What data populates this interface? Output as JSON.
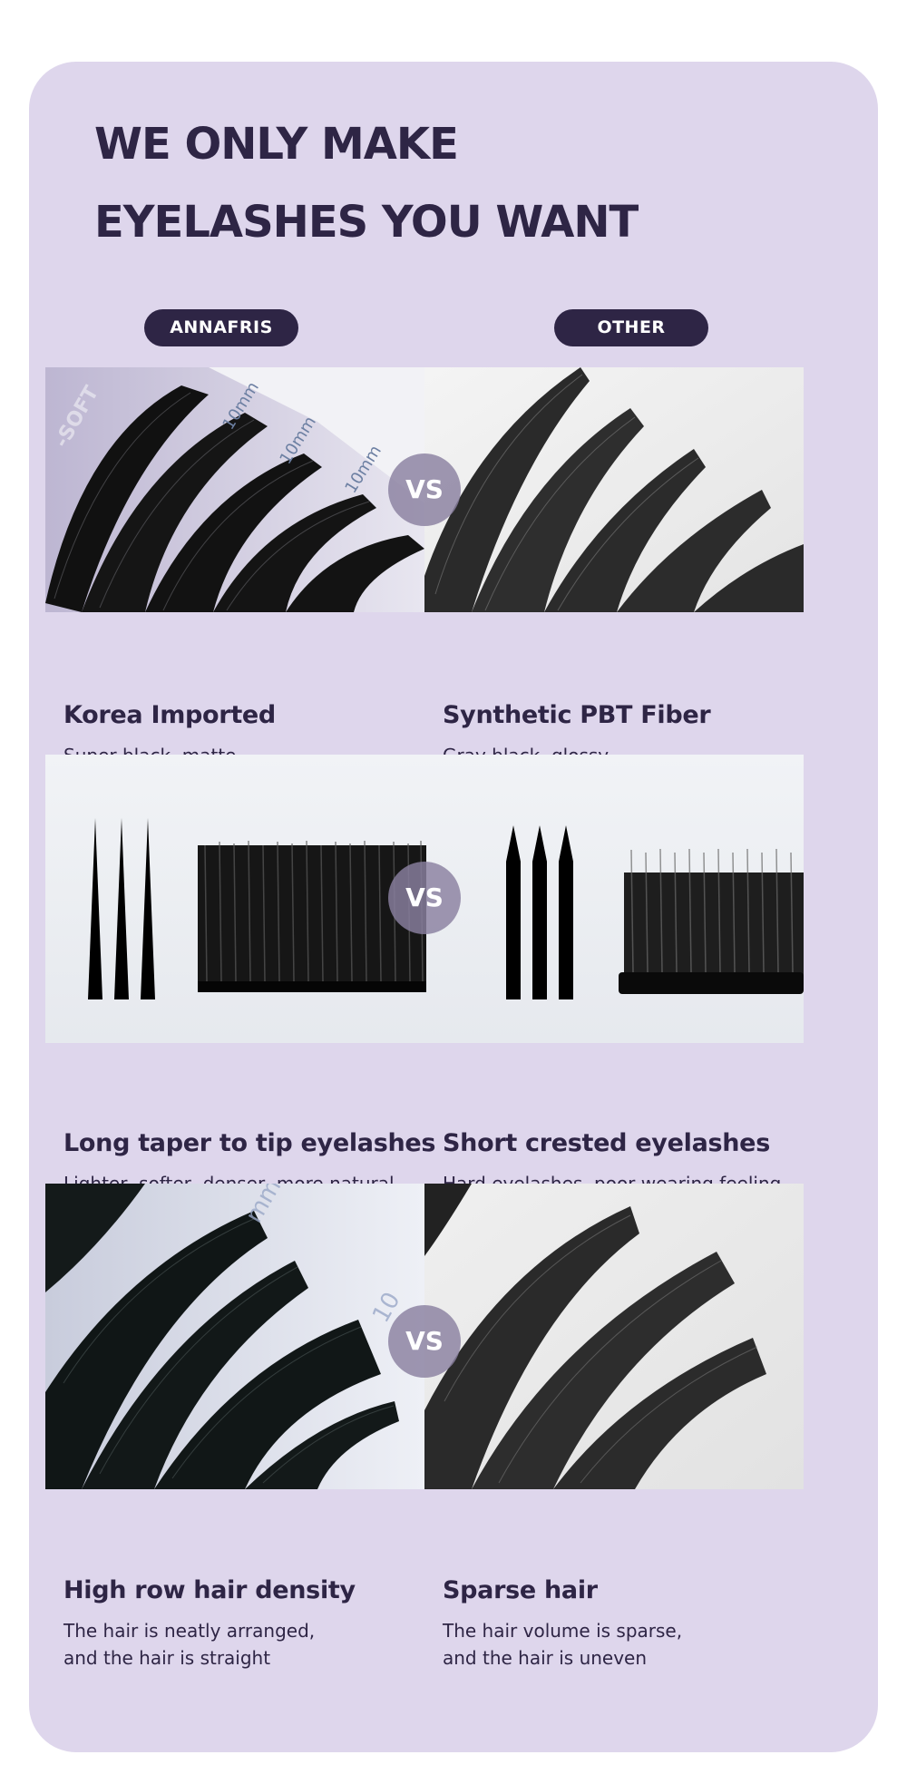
{
  "headline": {
    "line1": "WE ONLY MAKE",
    "line2": "EYELASHES YOU WANT"
  },
  "tags": {
    "left": "ANNAFRIS",
    "right": "OTHER"
  },
  "vs_label": "VS",
  "tray_text": {
    "soft": "-SOFT",
    "length": "10mm",
    "partial_top": "mm",
    "partial_side": "10"
  },
  "comparisons": [
    {
      "left": {
        "title": "Korea Imported",
        "desc_lines": [
          "Super black, matte"
        ]
      },
      "right": {
        "title": "Synthetic PBT Fiber",
        "desc_lines": [
          "Gray black, glossy"
        ]
      }
    },
    {
      "left": {
        "title": "Long taper to tip eyelashes",
        "desc_lines": [
          "Lighter, softer, denser, more natural"
        ]
      },
      "right": {
        "title": "Short crested eyelashes",
        "desc_lines": [
          "Hard eyelashes, poor wearing feeling"
        ]
      }
    },
    {
      "left": {
        "title": "High row hair density",
        "desc_lines": [
          "The hair is neatly arranged,",
          "and the hair is straight"
        ]
      },
      "right": {
        "title": "Sparse hair",
        "desc_lines": [
          "The hair volume is sparse,",
          "and the hair is uneven"
        ]
      }
    }
  ],
  "colors": {
    "card_bg": "#ded6ec",
    "text_dark": "#2e2545",
    "pill_bg": "#2e2545",
    "vs_badge": "#8a80a0"
  }
}
